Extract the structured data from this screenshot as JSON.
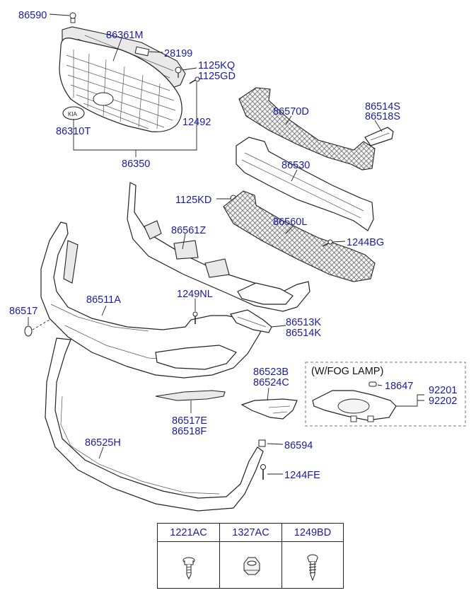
{
  "labels": {
    "l86590": "86590",
    "l86361M": "86361M",
    "l28199": "28199",
    "l1125KQ": "1125KQ",
    "l1125GD": "1125GD",
    "l86310T": "86310T",
    "l12492": "12492",
    "l86350": "86350",
    "l86514S": "86514S",
    "l86518S": "86518S",
    "l86570D": "86570D",
    "l86530": "86530",
    "l1125KD": "1125KD",
    "l86560L": "86560L",
    "l86561Z": "86561Z",
    "l1244BG": "1244BG",
    "l86517": "86517",
    "l86511A": "86511A",
    "l1249NL": "1249NL",
    "l86513K": "86513K",
    "l86514K": "86514K",
    "l86523B": "86523B",
    "l86524C": "86524C",
    "l86517E": "86517E",
    "l86518F": "86518F",
    "l86525H": "86525H",
    "l86594": "86594",
    "l1244FE": "1244FE",
    "l18647": "18647",
    "l92201": "92201",
    "l92202": "92202"
  },
  "fog_lamp_box": {
    "title": "(W/FOG LAMP)"
  },
  "legend": {
    "columns": [
      {
        "code": "1221AC",
        "icon": "screw-icon"
      },
      {
        "code": "1327AC",
        "icon": "nut-icon"
      },
      {
        "code": "1249BD",
        "icon": "tapping-screw-icon"
      }
    ]
  },
  "colors": {
    "label": "#1a1aa8",
    "line": "#222222"
  }
}
